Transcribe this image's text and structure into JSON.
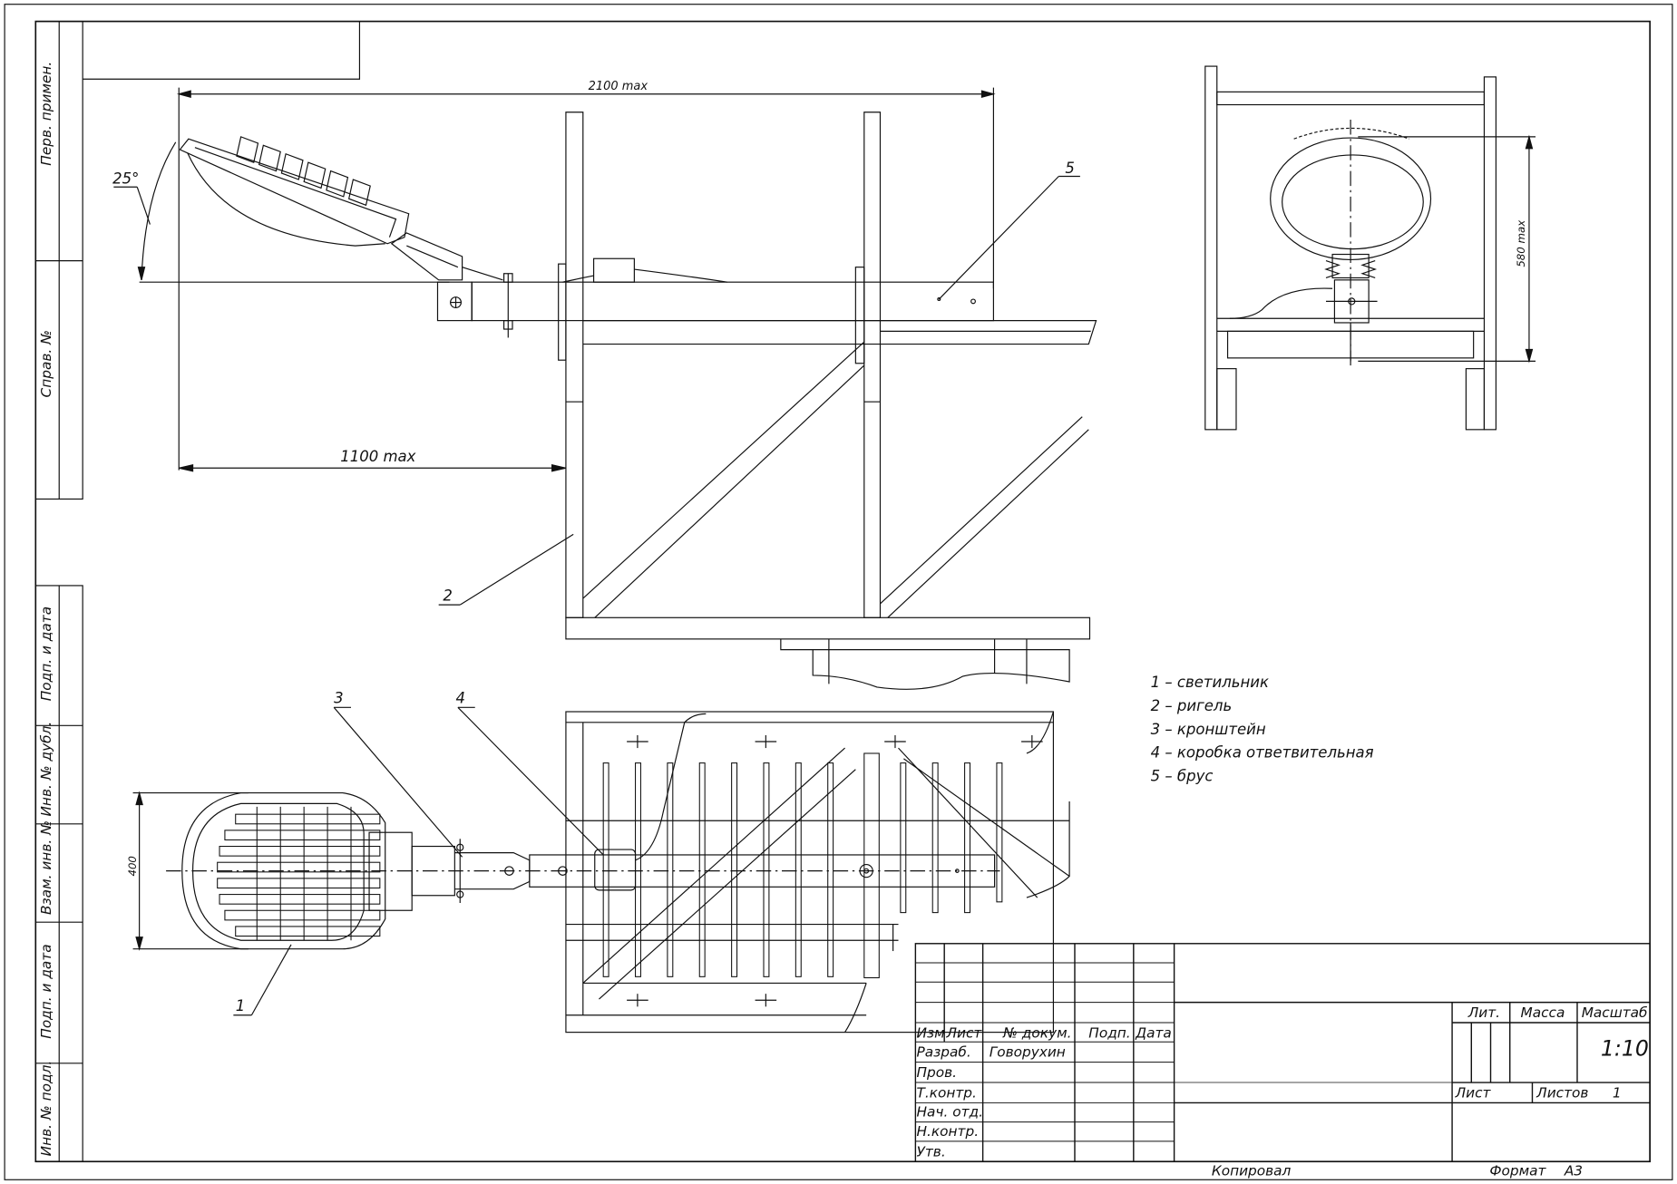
{
  "side_stamps": {
    "perv_primen": "Перв. примен.",
    "sprav_no": "Справ. №",
    "podp_data_top": "Подп. и дата",
    "inv_dubl": "Инв. № дубл.",
    "vzam_inv": "Взам. инв. №",
    "podp_data_bottom": "Подп. и дата",
    "inv_podl": "Инв. № подл."
  },
  "dimensions": {
    "length_total": "2100 max",
    "length_bracket": "1100 max",
    "angle": "25°",
    "height_right": "580 max",
    "width_plan": "400"
  },
  "callouts": [
    "1",
    "2",
    "3",
    "4",
    "5"
  ],
  "legend": [
    "1 – светильник",
    "2 – ригель",
    "3 – кронштейн",
    "4 – коробка ответвительная",
    "5 – брус"
  ],
  "title_block": {
    "col_izm": "Изм",
    "col_list": "Лист",
    "col_doc": "№ докум.",
    "col_podp": "Подп.",
    "col_data": "Дата",
    "row_razrab": "Разраб.",
    "razrab_name": "Говорухин",
    "row_prov": "Пров.",
    "row_tkontr": "Т.контр.",
    "row_nachotd": "Нач. отд.",
    "row_nkontr": "Н.контр.",
    "row_utv": "Утв.",
    "lit": "Лит.",
    "massa": "Масса",
    "masshtab": "Масштаб",
    "scale_value": "1:10",
    "list_label": "Лист",
    "listov_label": "Листов",
    "listov_value": "1"
  },
  "footer": {
    "kopiroval": "Копировал",
    "format_label": "Формат",
    "format_value": "А3"
  }
}
